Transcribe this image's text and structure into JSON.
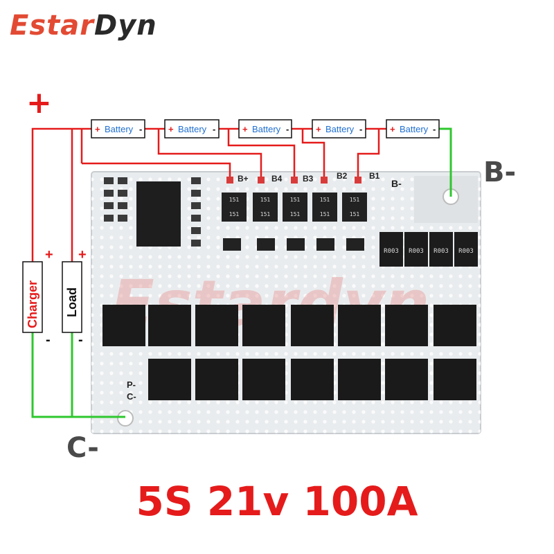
{
  "brand": {
    "part1": "Estar",
    "part2": "Dyn"
  },
  "headline": "5S 21v 100A",
  "labels": {
    "plus_main": "+",
    "b_minus": "B-",
    "c_minus": "C-",
    "charger": "Charger",
    "load": "Load",
    "charger_plus": "+",
    "charger_minus": "-",
    "load_plus": "+",
    "load_minus": "-"
  },
  "battery_cells": [
    {
      "plus": "+",
      "name": "Battery",
      "minus": "-"
    },
    {
      "plus": "+",
      "name": "Battery",
      "minus": "-"
    },
    {
      "plus": "+",
      "name": "Battery",
      "minus": "-"
    },
    {
      "plus": "+",
      "name": "Battery",
      "minus": "-"
    },
    {
      "plus": "+",
      "name": "Battery",
      "minus": "-"
    }
  ],
  "board": {
    "taps": [
      "B+",
      "B4",
      "B3",
      "B2",
      "B1"
    ],
    "b_minus_pad": "B-",
    "p_minus_pad": "P-",
    "c_minus_pad": "C-",
    "resistor_marks": [
      "151",
      "151",
      "151",
      "151",
      "151",
      "151",
      "151",
      "151",
      "151",
      "151"
    ],
    "shunts": [
      "R003",
      "R003",
      "R003",
      "R003"
    ],
    "watermark": "Estardyn"
  },
  "colors": {
    "brand_red": "#e24a33",
    "wire_red": "#e51b1b",
    "wire_green": "#2ec72e",
    "battery_text": "#1f6fd1",
    "headline_red": "#e51b1b"
  }
}
